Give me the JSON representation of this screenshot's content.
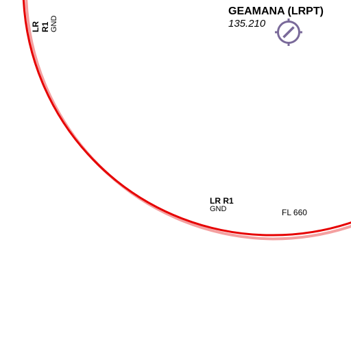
{
  "airport": {
    "name": "GEAMANA (LRPT)",
    "frequency": "135.210",
    "symbol_color": "#7a6a9a",
    "icon": "airport-symbol-icon"
  },
  "restricted_zone": {
    "name": "LR R1",
    "lower_limit": "GND",
    "upper_limit": "FL 660",
    "border_color": "#e60000",
    "halo_color": "#f4a0a0"
  },
  "background_color": "#ffffff"
}
